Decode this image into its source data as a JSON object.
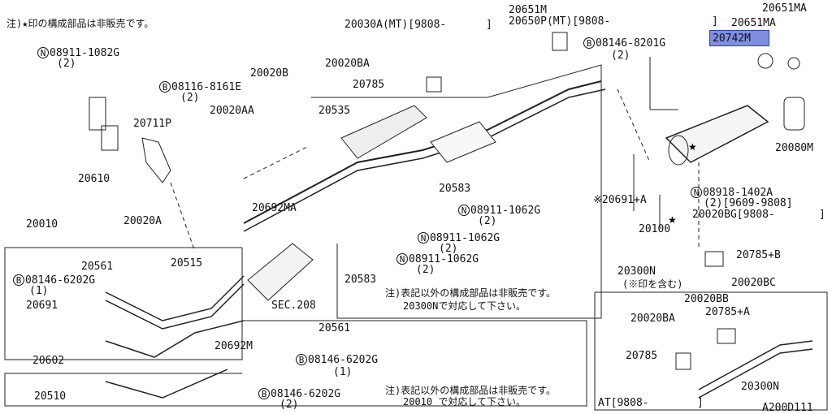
{
  "diagram": {
    "code": "A200D111",
    "highlighted_part": "20742M",
    "notes": {
      "top_left": "注)★印の構成部品は非販売です。",
      "center_line1": "注)表記以外の構成部品は非販売です。",
      "center_line2": "20300Nで対応して下さい。",
      "bottom_line1": "注)表記以外の構成部品は非販売です。",
      "bottom_line2": "20010 で対応して下さい。",
      "star_included": "(※印を含む)"
    },
    "labels": {
      "p20651M": "20651M",
      "p20650P": "20650P(MT)[9808-",
      "p20030A": "20030A(MT)[9808-",
      "p20651MA": "20651MA",
      "p20651MA2": "20651MA",
      "p08146_8201G": "08146-8201G",
      "p08146_8201G_q": "(2)",
      "p08911_1082G": "08911-1082G",
      "p08911_1082G_q": "(2)",
      "p08116_8161E": "08116-8161E",
      "p08116_8161E_q": "(2)",
      "p20020B": "20020B",
      "p20020BA": "20020BA",
      "p20785": "20785",
      "p20020AA": "20020AA",
      "p20711P": "20711P",
      "p20610": "20610",
      "p20535": "20535",
      "p20583a": "20583",
      "p20583b": "20583",
      "p20020A": "20020A",
      "p20080M": "20080M",
      "p20691A": "※20691+A",
      "p08918_1402A": "08918-1402A",
      "p08918_q": "(2)[9609-9808]",
      "p20020BG": "20020BG[9808-",
      "p20100": "20100",
      "p20692MA": "20692MA",
      "p08911_1062G_a": "08911-1062G",
      "p08911_1062G_b": "08911-1062G",
      "p08911_1062G_c": "08911-1062G",
      "q2": "(2)",
      "p20010": "20010",
      "p20561a": "20561",
      "p20515": "20515",
      "p08146_6202G_a": "08146-6202G",
      "q1": "(1)",
      "p20691": "20691",
      "p20300N": "20300N",
      "p20785B": "20785+B",
      "p20020BC": "20020BC",
      "sec208": "SEC.208",
      "p20561b": "20561",
      "p20692M": "20692M",
      "p08146_6202G_b": "08146-6202G",
      "p20602": "20602",
      "p20510": "20510",
      "p08146_6202G_c": "08146-6202G",
      "p20020BB": "20020BB",
      "p20020BA2": "20020BA",
      "p20785A": "20785+A",
      "p20785_2": "20785",
      "p20300N_2": "20300N",
      "at": "AT[9808-",
      "bracket_close": "]",
      "circle_N": "N",
      "circle_B": "B"
    }
  }
}
